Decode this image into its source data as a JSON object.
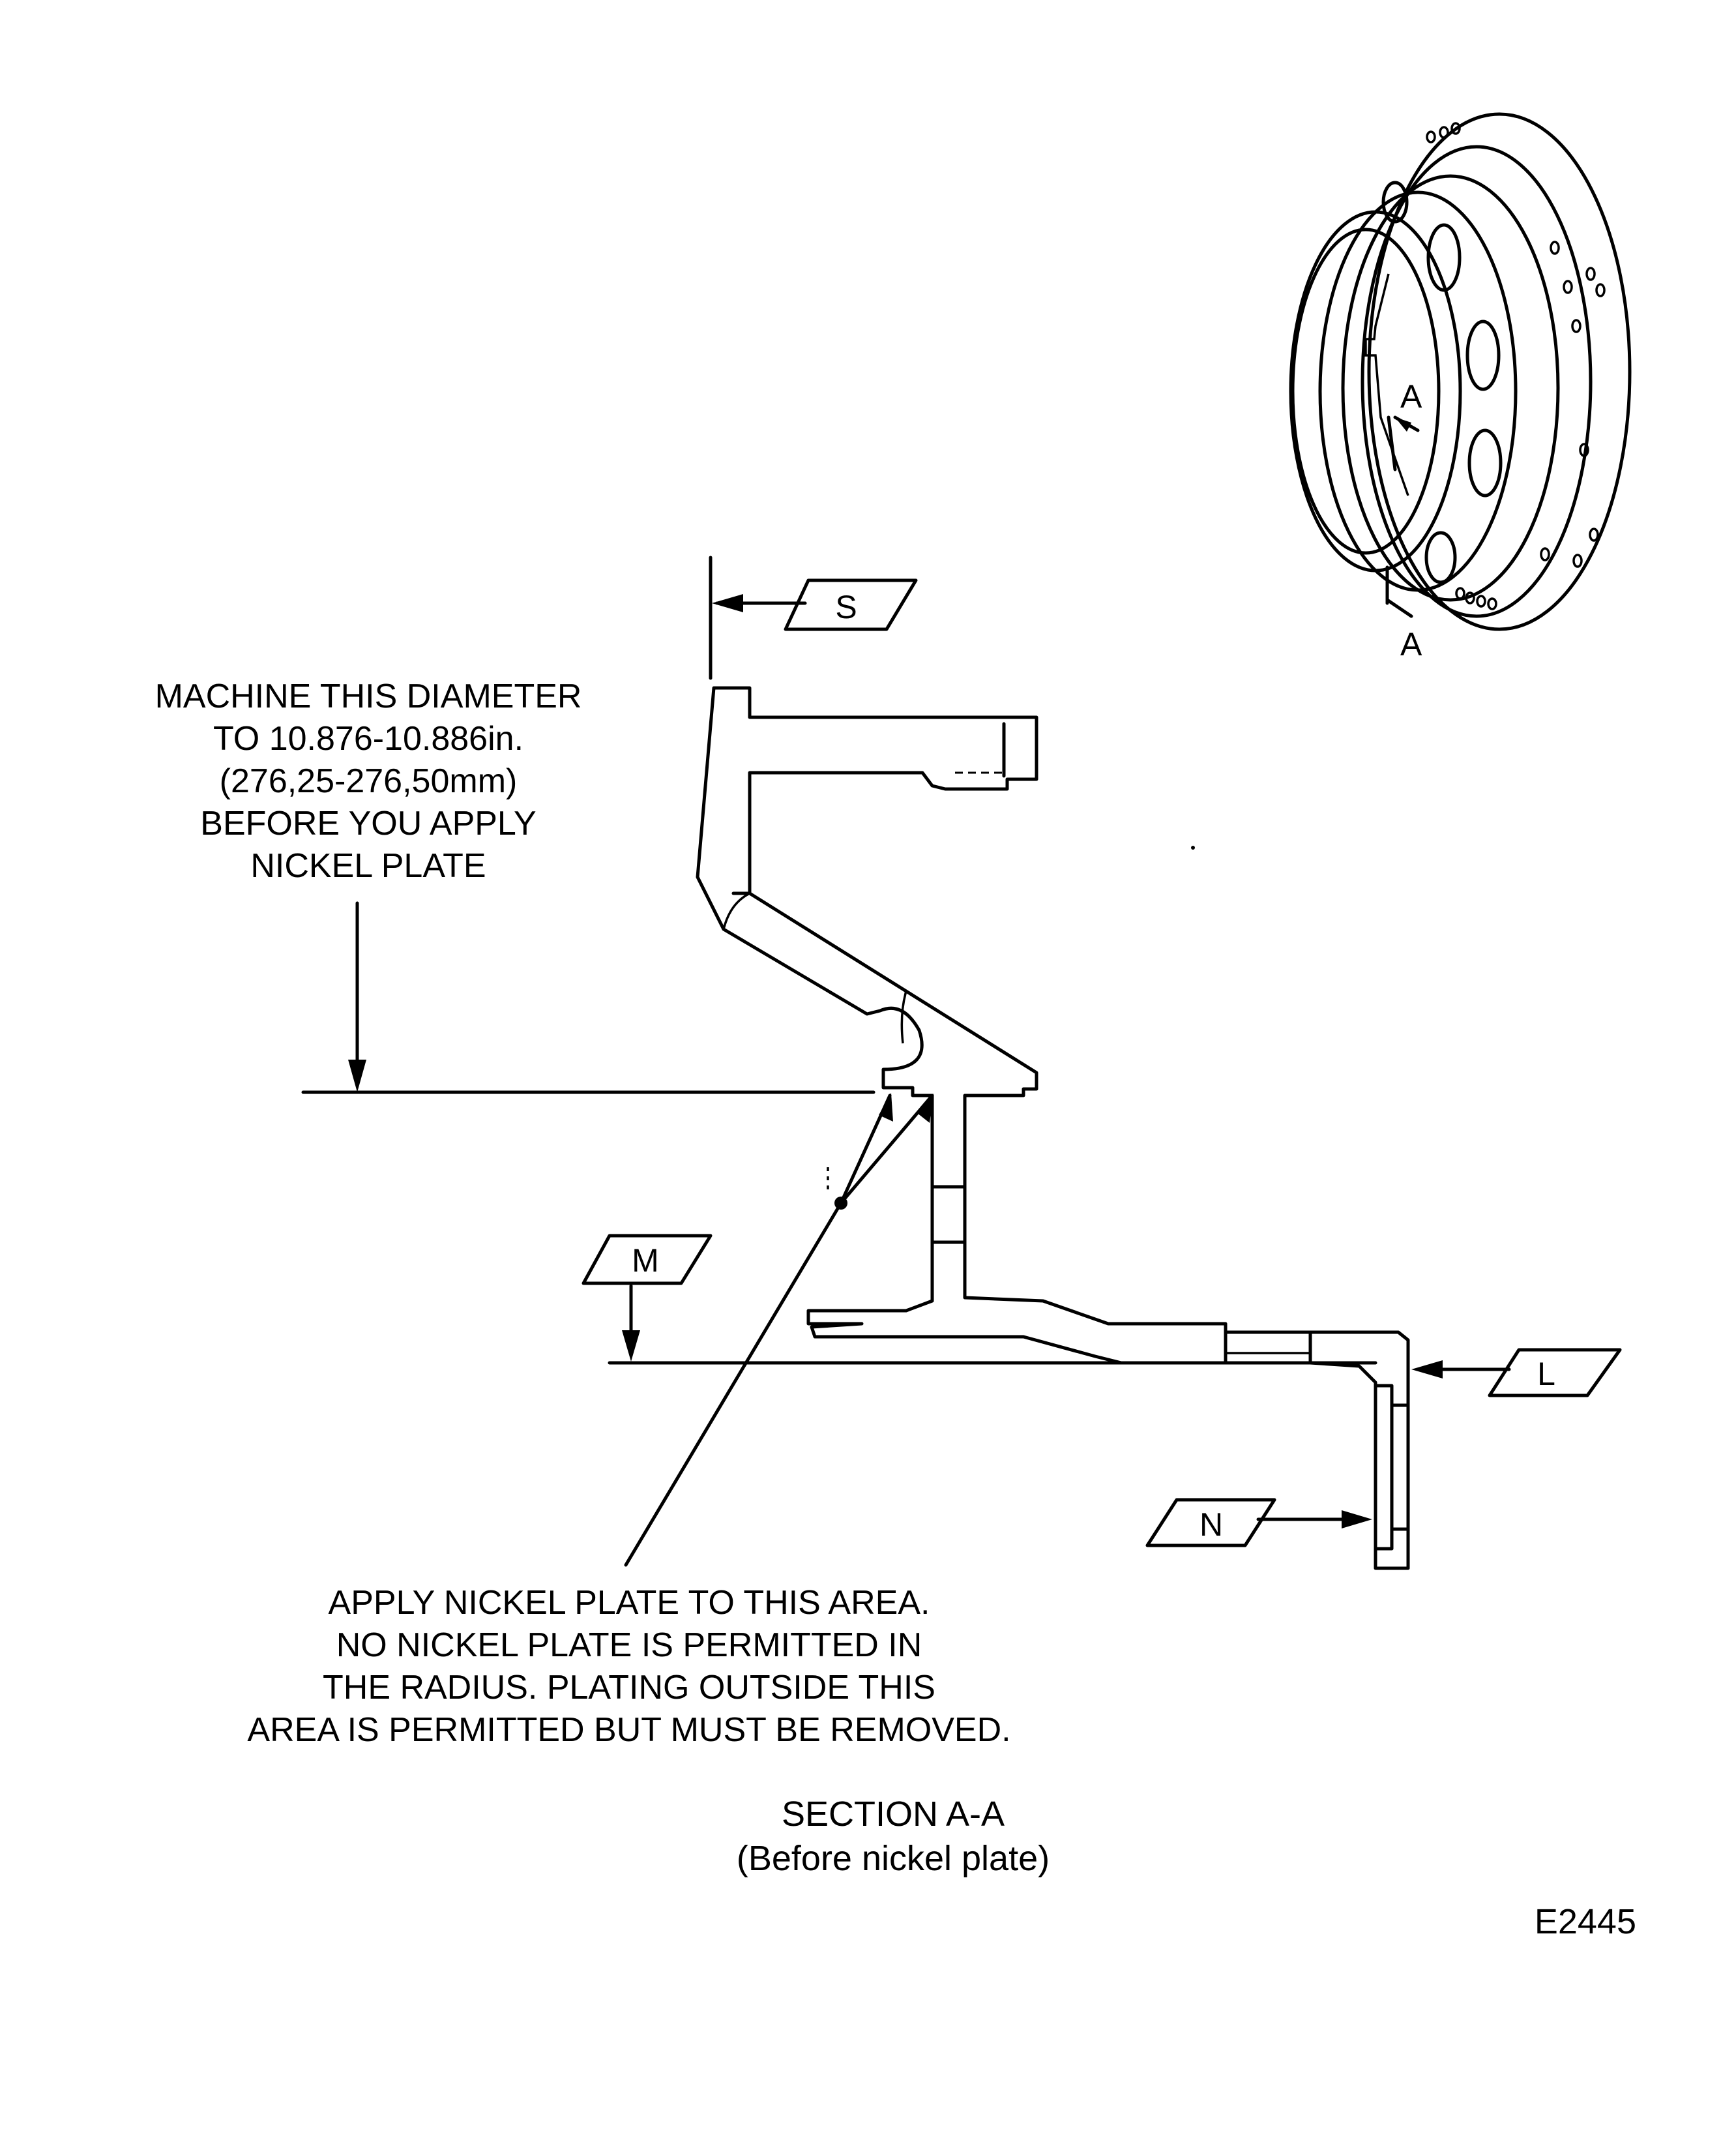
{
  "drawing_id": "E2445",
  "section": {
    "title": "SECTION A-A",
    "subtitle": "(Before nickel plate)"
  },
  "notes": {
    "machine": [
      "MACHINE THIS DIAMETER",
      "TO 10.876-10.886in.",
      "(276,25-276,50mm)",
      "BEFORE YOU APPLY",
      "NICKEL PLATE"
    ],
    "apply": [
      "APPLY NICKEL PLATE TO THIS AREA.",
      "NO NICKEL PLATE IS PERMITTED IN",
      "THE RADIUS. PLATING OUTSIDE THIS",
      "AREA IS PERMITTED BUT MUST BE REMOVED."
    ]
  },
  "datums": {
    "S": "S",
    "M": "M",
    "L": "L",
    "N": "N"
  },
  "view_markers": {
    "upper": "A",
    "lower": "A"
  }
}
